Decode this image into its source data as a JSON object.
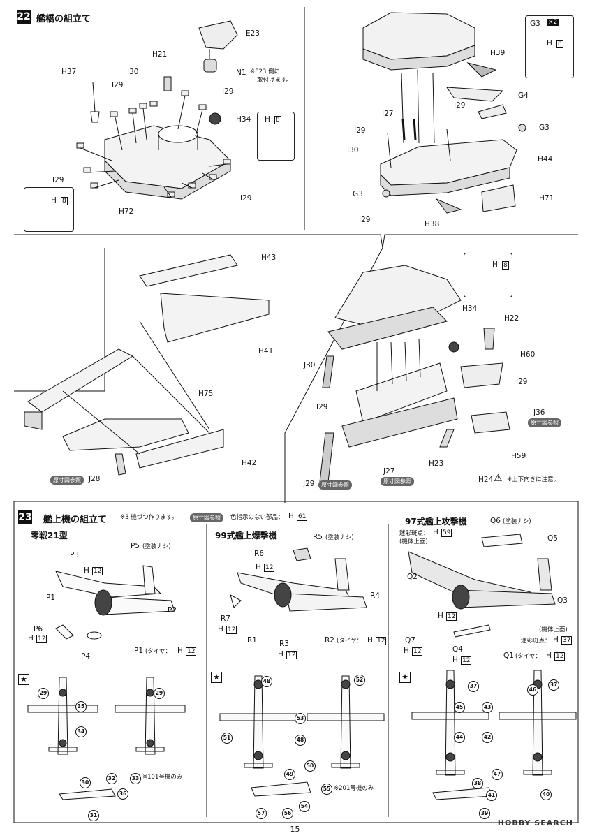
{
  "step22": {
    "number": "22",
    "title": "艦橋の組立て",
    "parts": {
      "E23": "E23",
      "N1": "N1",
      "H21": "H21",
      "I30": "I30",
      "H37": "H37",
      "I29": "I29",
      "H34": "H34",
      "H72": "H72",
      "H39": "H39",
      "G4": "G4",
      "G3": "G3",
      "H44": "H44",
      "H71": "H71",
      "H38": "H38",
      "I27": "I27",
      "H43": "H43",
      "H41": "H41",
      "H75": "H75",
      "H42": "H42",
      "J28": "J28",
      "H22": "H22",
      "H60": "H60",
      "J30": "J30",
      "J36": "J36",
      "H59": "H59",
      "H23": "H23",
      "J27": "J27",
      "J29": "J29",
      "H24": "H24"
    },
    "note_e23_line1": "※E23 側に",
    "note_e23_line2": "取付けます。",
    "insert_h": "H",
    "insert_8": "8",
    "insert_g3": "G3",
    "insert_x2": "×2",
    "ref_badge": "原寸図参照",
    "upside_note": "※上下向きに注意。"
  },
  "step23": {
    "number": "23",
    "title": "艦上機の組立て",
    "note_three": "※3 機づつ作ります。",
    "ref_badge": "原寸図参照",
    "no_color_note": "色指示のない部品：",
    "no_color_h": "H",
    "no_color_61": "61",
    "zero": {
      "title": "零戦21型",
      "P5": "P5",
      "P5_note": "(塗装ナシ)",
      "P3": "P3",
      "H12": "H",
      "n12": "12",
      "P1": "P1",
      "P2": "P2",
      "P6": "P6",
      "P4": "P4",
      "P1_tire": "P1",
      "tire_note": "(タイヤ：",
      "decals": [
        "29",
        "35",
        "34",
        "29",
        "30",
        "32",
        "33",
        "36",
        "31"
      ],
      "decal_note": "※101号機のみ"
    },
    "val": {
      "title": "99式艦上爆撃機",
      "R5": "R5",
      "R5_note": "(塗装ナシ)",
      "R6": "R6",
      "R4": "R4",
      "R7": "R7",
      "R1": "R1",
      "R3": "R3",
      "R2": "R2",
      "H": "H",
      "n12": "12",
      "tire_note": "(タイヤ：",
      "decals": [
        "48",
        "52",
        "53",
        "51",
        "48",
        "49",
        "50",
        "55",
        "54",
        "57",
        "56"
      ],
      "decal_note": "※201号機のみ"
    },
    "kate": {
      "title": "97式艦上攻撃機",
      "Q6": "Q6",
      "Q6_note": "(塗装ナシ)",
      "camo_note": "迷彩斑点：",
      "H": "H",
      "n59": "59",
      "fuselage_top": "(機体上面)",
      "Q5": "Q5",
      "Q2": "Q2",
      "Q3": "Q3",
      "Q7": "Q7",
      "Q4": "Q4",
      "Q1": "Q1",
      "n12": "12",
      "n37": "37",
      "tire_note": "(タイヤ：",
      "decals": [
        "37",
        "45",
        "43",
        "44",
        "42",
        "46",
        "37",
        "38",
        "47",
        "41",
        "40",
        "39"
      ]
    }
  },
  "page_number": "15",
  "watermark": "HOBBY SEARCH"
}
